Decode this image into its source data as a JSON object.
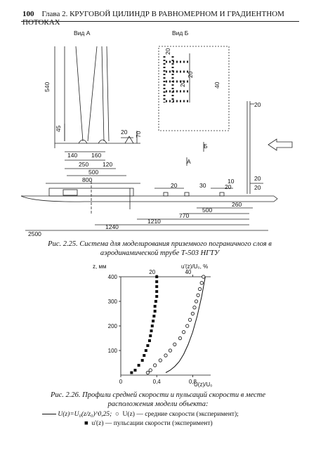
{
  "header": {
    "page_number": "100",
    "running_title": "Глава 2. КРУГОВОЙ ЦИЛИНДР В РАВНОМЕРНОМ И ГРАДИЕНТНОМ ПОТОКАХ"
  },
  "fig25": {
    "view_a_label": "Вид А",
    "view_b_label": "Вид Б",
    "label_a": "А",
    "label_b": "Б",
    "dimensions": {
      "h540": "540",
      "h45": "45",
      "h20a": "20",
      "h70": "70",
      "w140": "140",
      "w160": "160",
      "w250": "250",
      "w120": "120",
      "w500": "500",
      "w800": "800",
      "d20b": "20",
      "d30": "30",
      "d10": "10",
      "d20c": "20",
      "d20d": "20",
      "d20e": "20",
      "w260": "260",
      "w500b": "500",
      "w770": "770",
      "w1210": "1210",
      "w1240": "1240",
      "w2500": "2500",
      "vb20a": "20",
      "vb20b": "20",
      "vb20c": "20",
      "vb40": "40",
      "top20": "20"
    },
    "caption": "Рис. 2.25. Система для моделирования приземного пограничного слоя в аэродинамической трубе Т-503 НГТУ"
  },
  "fig26": {
    "y_axis_label": "z, мм",
    "x_axis_label": "U(z)/U₀",
    "top_axis_label": "u'(z)/U₀, %",
    "caption": "Рис. 2.26. Профили средней скорости и пульсаций скорости в месте расположения модели объекта:",
    "legend_line1_formula": "U(z)=U₀(z/z₀)^0,25;",
    "legend_line1_text": "U(z) — средние скорости (эксперимент);",
    "legend_line2_text": "u'(z) — пульсации скорости (эксперимент)"
  },
  "chart_data": {
    "type": "scatter",
    "title": "",
    "ylabel": "z, мм",
    "xlabel": "U(z)/U₀",
    "x2label": "u'(z)/U₀, %",
    "ylim": [
      0,
      400
    ],
    "xlim": [
      0,
      1.0
    ],
    "x2lim": [
      0,
      50
    ],
    "y_ticks": [
      "100",
      "200",
      "300",
      "400"
    ],
    "x_ticks": [
      "0",
      "0,4",
      "0,8"
    ],
    "x2_ticks": [
      "20",
      "40"
    ],
    "series": [
      {
        "kind": "line",
        "points": [
          [
            0.5,
            10
          ],
          [
            0.55,
            20
          ],
          [
            0.6,
            35
          ],
          [
            0.65,
            55
          ],
          [
            0.7,
            85
          ],
          [
            0.75,
            125
          ],
          [
            0.8,
            175
          ],
          [
            0.85,
            240
          ],
          [
            0.9,
            320
          ],
          [
            0.94,
            400
          ]
        ]
      },
      {
        "kind": "markers-open",
        "points": [
          [
            0.3,
            10
          ],
          [
            0.33,
            20
          ],
          [
            0.38,
            40
          ],
          [
            0.44,
            60
          ],
          [
            0.5,
            80
          ],
          [
            0.55,
            100
          ],
          [
            0.6,
            125
          ],
          [
            0.66,
            150
          ],
          [
            0.7,
            175
          ],
          [
            0.74,
            200
          ],
          [
            0.77,
            225
          ],
          [
            0.8,
            250
          ],
          [
            0.82,
            275
          ],
          [
            0.84,
            300
          ],
          [
            0.86,
            325
          ],
          [
            0.88,
            350
          ],
          [
            0.9,
            375
          ],
          [
            0.92,
            400
          ]
        ]
      },
      {
        "kind": "markers-filled",
        "axis": "top",
        "points": [
          [
            6,
            10
          ],
          [
            8,
            20
          ],
          [
            10,
            40
          ],
          [
            12,
            60
          ],
          [
            13,
            80
          ],
          [
            14,
            100
          ],
          [
            15,
            120
          ],
          [
            16,
            140
          ],
          [
            16.5,
            160
          ],
          [
            17,
            180
          ],
          [
            17.5,
            200
          ],
          [
            18,
            220
          ],
          [
            18.5,
            240
          ],
          [
            19,
            260
          ],
          [
            19,
            280
          ],
          [
            19.5,
            300
          ],
          [
            20,
            320
          ],
          [
            20,
            340
          ],
          [
            20,
            360
          ],
          [
            20,
            380
          ],
          [
            20,
            400
          ]
        ]
      }
    ]
  }
}
